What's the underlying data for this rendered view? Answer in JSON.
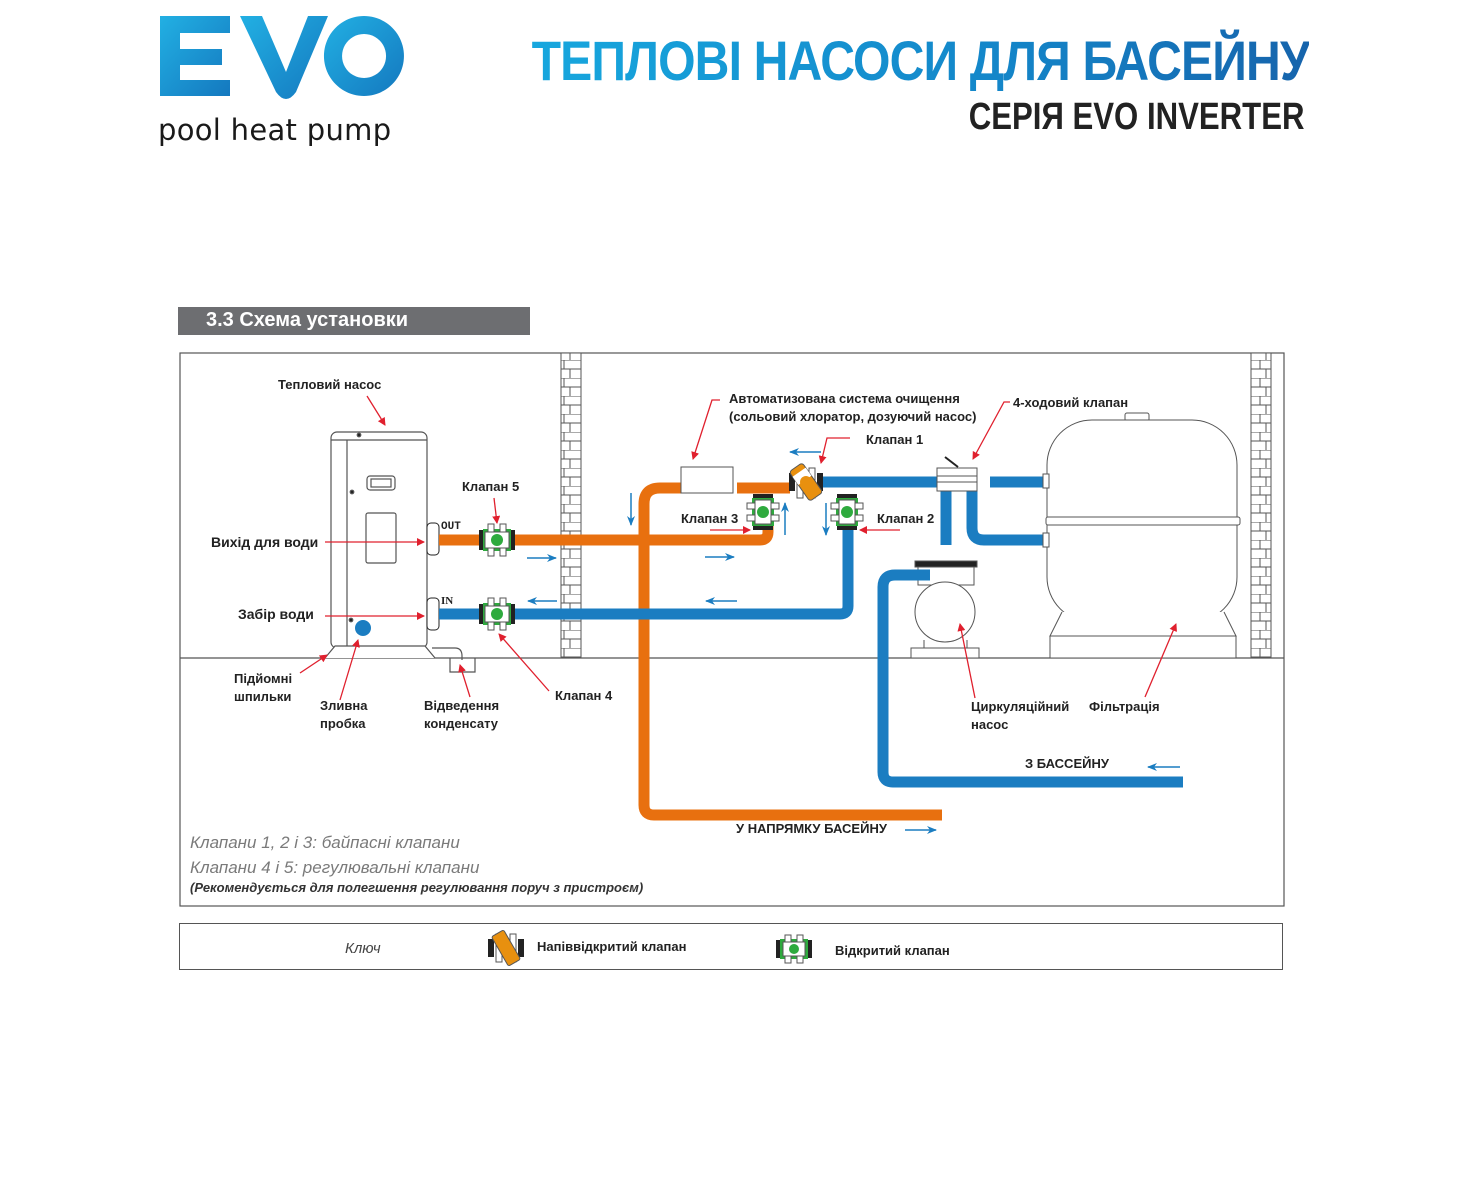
{
  "header": {
    "logo_text": "EVO",
    "logo_subtitle": "pool heat pump",
    "title": "ТЕПЛОВІ НАСОСИ ДЛЯ БАСЕЙНУ",
    "subtitle": "СЕРІЯ EVO INVERTER"
  },
  "colors": {
    "brand_blue": "#1a9ad6",
    "hot_pipe": "#e8700f",
    "cold_pipe": "#1b7dc1",
    "valve_green": "#2eaa3e",
    "arrow_red": "#e0202e",
    "section_bar": "#6d6e71"
  },
  "section": {
    "title": "3.3 Схема установки"
  },
  "diagram": {
    "labels": {
      "heat_pump": "Тепловий насос",
      "water_outlet": "Вихід для води",
      "water_inlet": "Забір води",
      "lifting_studs_1": "Підйомні",
      "lifting_studs_2": "шпильки",
      "drain_plug_1": "Зливна",
      "drain_plug_2": "пробка",
      "condensate_1": "Відведення",
      "condensate_2": "конденсату",
      "valve_5": "Клапан 5",
      "valve_4": "Клапан 4",
      "valve_3": "Клапан 3",
      "valve_2": "Клапан 2",
      "valve_1": "Клапан 1",
      "auto_cleaning_1": "Автоматизована система очищення",
      "auto_cleaning_2": "(сольовий хлоратор, дозуючий насос)",
      "four_way_valve": "4-ходовий клапан",
      "circ_pump_1": "Циркуляційний",
      "circ_pump_2": "насос",
      "filtration": "Фільтрація",
      "from_pool": "З БАССЕЙНУ",
      "to_pool": "У НАПРЯМКУ БАСЕЙНУ",
      "out_port": "OUT",
      "in_port": "IN"
    },
    "notes": {
      "bypass": "Клапани 1, 2 і 3: байпасні клапани",
      "regulating": "Клапани 4 і 5: регулювальні клапани",
      "recommendation": "(Рекомендується для полегшення регулювання поруч з пристроєм)"
    }
  },
  "key": {
    "label": "Ключ",
    "half_open": "Напіввідкритий клапан",
    "open": "Відкритий клапан"
  }
}
